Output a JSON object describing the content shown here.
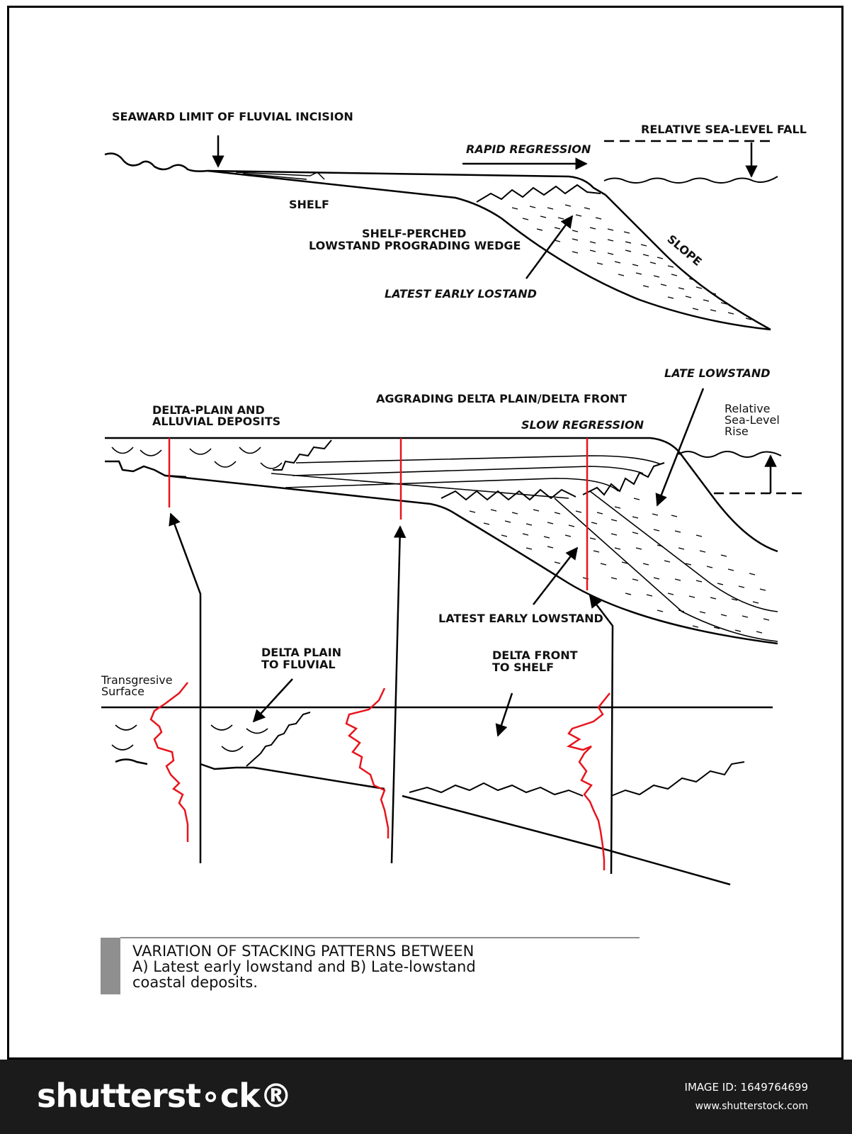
{
  "panel_a": {
    "seaward_limit": "SEAWARD LIMIT OF FLUVIAL INCISION",
    "rapid_regression": "RAPID REGRESSION",
    "relative_fall": "RELATIVE SEA-LEVEL FALL",
    "shelf": "SHELF",
    "wedge_line1": "SHELF-PERCHED",
    "wedge_line2": "LOWSTAND PROGRADING WEDGE",
    "slope": "SLOPE",
    "latest_early": "LATEST EARLY LOSTAND"
  },
  "panel_b": {
    "late_lowstand": "LATE LOWSTAND",
    "aggrading": "AGGRADING DELTA PLAIN/DELTA FRONT",
    "delta_plain_line1": "DELTA-PLAIN AND",
    "delta_plain_line2": "ALLUVIAL DEPOSITS",
    "slow_regression": "SLOW REGRESSION",
    "rise_line1": "Relative",
    "rise_line2": "Sea-Level",
    "rise_line3": "Rise",
    "latest_early_lowstand": "LATEST EARLY LOWSTAND"
  },
  "logs": {
    "delta_plain_line1": "DELTA PLAIN",
    "delta_plain_line2": "TO FLUVIAL",
    "delta_front_line1": "DELTA FRONT",
    "delta_front_line2": "TO SHELF",
    "transgressive_line1": "Transgresive",
    "transgressive_line2": "Surface"
  },
  "caption": {
    "line1": "VARIATION OF STACKING PATTERNS BETWEEN",
    "line2": "A) Latest early lowstand and B) Late-lowstand",
    "line3": "coastal deposits."
  },
  "footer": {
    "brand": "shutterst∘ck®",
    "image_id": "IMAGE ID: 1649764699",
    "site": "www.shutterstock.com"
  },
  "colors": {
    "line": "#000000",
    "log_curve": "#e8141c",
    "caption_bar": "#8f8f8f",
    "footer_bg": "#1b1b1b"
  }
}
